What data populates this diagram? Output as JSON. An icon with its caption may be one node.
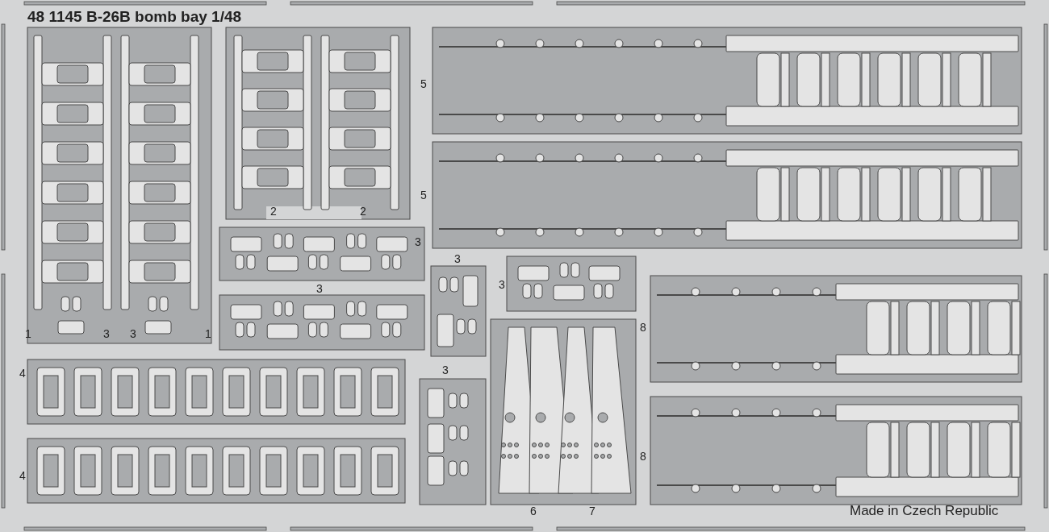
{
  "diagram": {
    "title": "48 1145 B-26B bomb bay 1/48",
    "labels": [
      "5",
      "5",
      "2",
      "2",
      "3",
      "3",
      "3",
      "3",
      "8",
      "1",
      "3",
      "3",
      "1",
      "4",
      "3",
      "8",
      "4",
      "6",
      "7",
      "Made in Czech Republic"
    ]
  }
}
